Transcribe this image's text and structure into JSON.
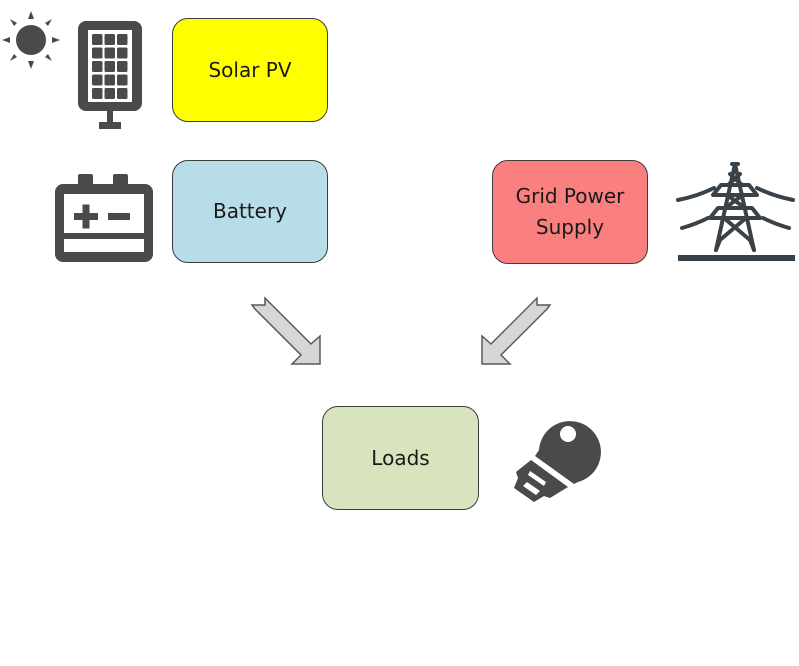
{
  "nodes": {
    "solar": {
      "label": "Solar PV",
      "fill": "#ffff00"
    },
    "battery": {
      "label": "Battery",
      "fill": "#b7dde8"
    },
    "grid": {
      "label_line1": "Grid Power",
      "label_line2": "Supply",
      "fill": "#fa7f7f"
    },
    "loads": {
      "label": "Loads",
      "fill": "#d7e4bd"
    }
  },
  "icons": {
    "sun": "sun-icon",
    "solar_panel": "solar-panel-icon",
    "battery": "battery-icon",
    "transmission_tower": "transmission-tower-icon",
    "light_bulb": "light-bulb-icon"
  },
  "edges": [
    {
      "from": "battery",
      "to": "loads"
    },
    {
      "from": "grid",
      "to": "loads"
    }
  ],
  "colors": {
    "icon": "#4a4a4a",
    "tower": "#3a4249",
    "arrow_fill": "#d6d6d6",
    "arrow_stroke": "#595959"
  }
}
